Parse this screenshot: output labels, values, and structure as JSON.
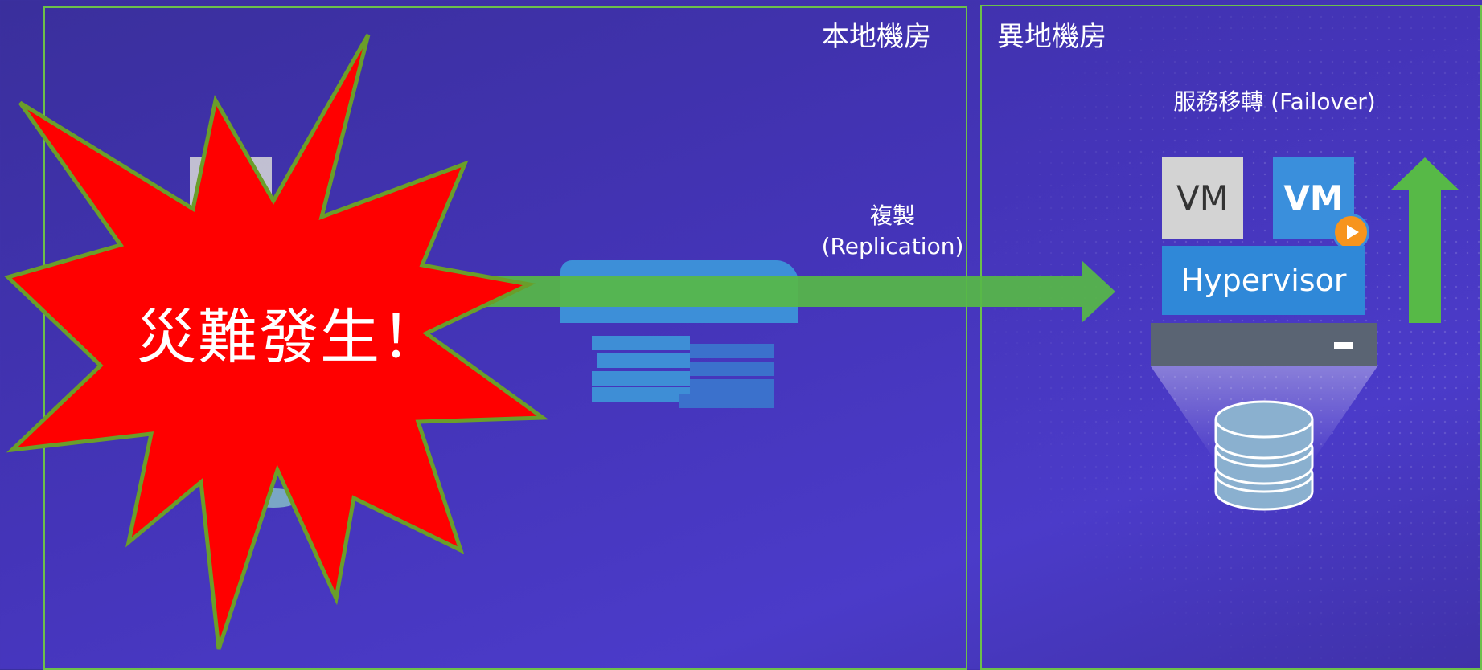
{
  "local_site": {
    "label": "本地機房"
  },
  "remote_site": {
    "label": "異地機房"
  },
  "replication": {
    "line1": "複製",
    "line2": "(Replication)"
  },
  "failover": {
    "label": "服務移轉 (Failover)"
  },
  "vms": {
    "vm1": "VM",
    "vm2": "VM"
  },
  "hypervisor": {
    "label": "Hypervisor"
  },
  "disaster": {
    "text": "災難發生！"
  },
  "colors": {
    "frame": "#6cc04a",
    "arrow": "#57b947",
    "burst": "#ff0000",
    "hypervisor": "#2f88d8",
    "badge": "#f7941d"
  },
  "icons": [
    "play-icon",
    "database-icon",
    "server-icon",
    "up-arrow-icon",
    "replication-arrow-icon",
    "explosion-icon"
  ]
}
